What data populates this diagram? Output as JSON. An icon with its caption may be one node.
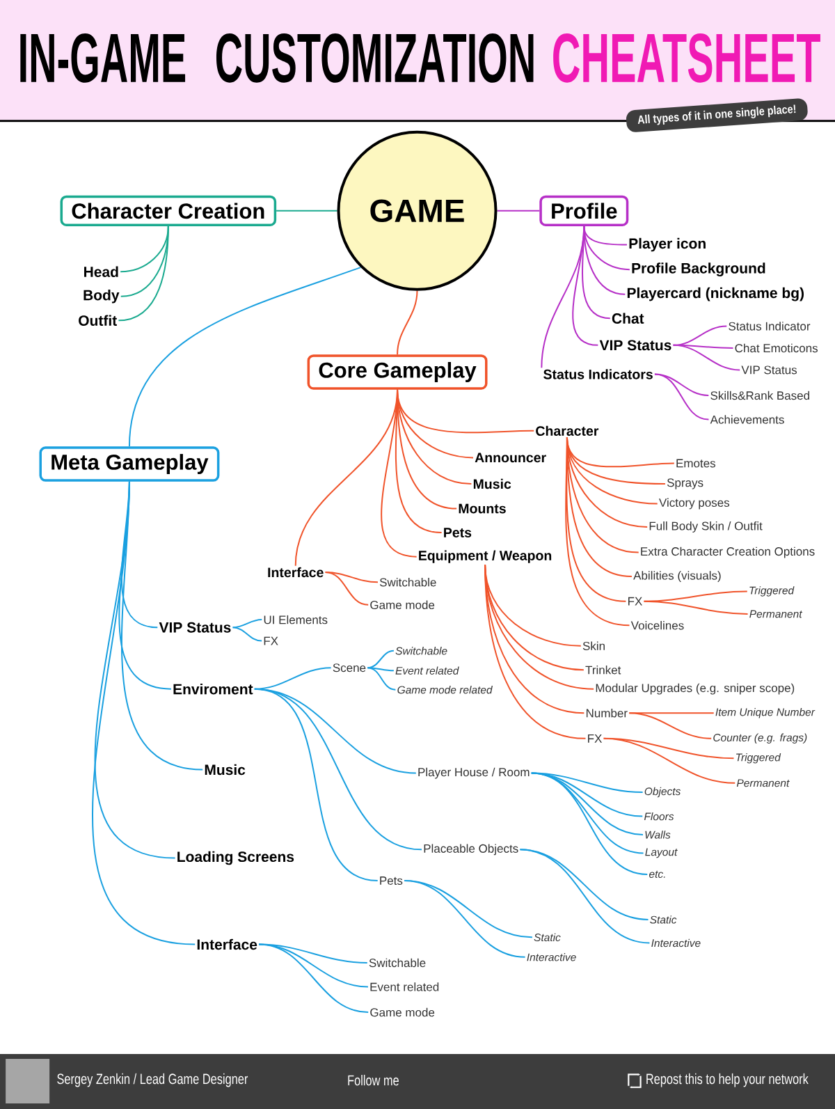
{
  "diagram": {
    "title": "IN-GAME CUSTOMIZATION",
    "nodes": [
      {
        "text": [
          "GAME"
        ]
      },
      {
        "text": [
          "Character Creation"
        ]
      },
      {
        "text": [
          "Profile"
        ]
      },
      {
        "text": [
          "Head"
        ]
      },
      {
        "text": [
          "Body"
        ]
      },
      {
        "text": [
          "Outfit"
        ]
      },
      {
        "text": [
          "Player icon"
        ]
      },
      {
        "text": [
          "Profile Background"
        ]
      },
      {
        "text": [
          "Playercard (nickname bg)"
        ]
      },
      {
        "text": [
          "Chat"
        ]
      },
      {
        "text": [
          "VIP Status"
        ]
      },
      {
        "text": [
          "Status Indicator"
        ]
      },
      {
        "text": [
          "Chat Emoticons"
        ]
      },
      {
        "text": [
          "VIP Status"
        ]
      },
      {
        "text": [
          "Status Indicators"
        ]
      },
      {
        "text": [
          "Skills&Rank Based"
        ]
      },
      {
        "text": [
          "Achievements"
        ]
      },
      {
        "text": [
          "Core Gameplay"
        ]
      },
      {
        "text": [
          "Meta Gameplay"
        ]
      },
      {
        "text": [
          "Character"
        ]
      },
      {
        "text": [
          "Announcer"
        ]
      },
      {
        "text": [
          "Music"
        ]
      },
      {
        "text": [
          "Mounts"
        ]
      },
      {
        "text": [
          "Pets"
        ]
      },
      {
        "text": [
          "Equipment / Weapon"
        ]
      },
      {
        "text": [
          "Interface"
        ]
      },
      {
        "text": [
          "Emotes"
        ]
      },
      {
        "text": [
          "Sprays"
        ]
      },
      {
        "text": [
          "Victory poses"
        ]
      },
      {
        "text": [
          "Full Body Skin / Outfit"
        ]
      },
      {
        "text": [
          "Extra Character Creation Options"
        ]
      },
      {
        "text": [
          "Abilities (visuals)"
        ]
      },
      {
        "text": [
          "FX"
        ]
      },
      {
        "text": [
          "Triggered"
        ]
      },
      {
        "text": [
          "Permanent"
        ]
      },
      {
        "text": [
          "Voicelines"
        ]
      },
      {
        "text": [
          "Switchable"
        ]
      },
      {
        "text": [
          "Game mode"
        ]
      },
      {
        "text": [
          "Skin"
        ]
      },
      {
        "text": [
          "Trinket"
        ]
      },
      {
        "text": [
          "Modular Upgrades (e.g. sniper scope)"
        ]
      },
      {
        "text": [
          "Number"
        ]
      },
      {
        "text": [
          "Item Unique Number"
        ]
      },
      {
        "text": [
          "Counter (e.g. frags)"
        ]
      },
      {
        "text": [
          "FX"
        ]
      },
      {
        "text": [
          "Triggered"
        ]
      },
      {
        "text": [
          "Permanent"
        ]
      },
      {
        "text": [
          "VIP Status"
        ]
      },
      {
        "text": [
          "UI Elements"
        ]
      },
      {
        "text": [
          "FX"
        ]
      },
      {
        "text": [
          "Enviroment"
        ]
      },
      {
        "text": [
          "Scene"
        ]
      },
      {
        "text": [
          "Switchable"
        ]
      },
      {
        "text": [
          "Event related"
        ]
      },
      {
        "text": [
          "Game mode related"
        ]
      },
      {
        "text": [
          "Music"
        ]
      },
      {
        "text": [
          "Player House / Room"
        ]
      },
      {
        "text": [
          "Objects"
        ]
      },
      {
        "text": [
          "Floors"
        ]
      },
      {
        "text": [
          "Walls"
        ]
      },
      {
        "text": [
          "Layout"
        ]
      },
      {
        "text": [
          "etc."
        ]
      },
      {
        "text": [
          "Loading Screens"
        ]
      },
      {
        "text": [
          "Placeable Objects"
        ]
      },
      {
        "text": [
          "Pets"
        ]
      },
      {
        "text": [
          "Static"
        ]
      },
      {
        "text": [
          "Interactive"
        ]
      },
      {
        "text": [
          "Static"
        ]
      },
      {
        "text": [
          "Interactive"
        ]
      },
      {
        "text": [
          "Interface"
        ]
      },
      {
        "text": [
          "Switchable"
        ]
      },
      {
        "text": [
          "Event related"
        ]
      },
      {
        "text": [
          "Game mode"
        ]
      }
    ],
    "edges": [
      {
        "from": 0,
        "to": 1,
        "arrow": "none",
        "color": "#1aaa8f"
      },
      {
        "from": 1,
        "to": 3,
        "arrow": "none",
        "color": "#1aaa8f"
      },
      {
        "from": 1,
        "to": 4,
        "arrow": "none",
        "color": "#1aaa8f"
      },
      {
        "from": 1,
        "to": 5,
        "arrow": "none",
        "color": "#1aaa8f"
      },
      {
        "from": 0,
        "to": 2,
        "arrow": "none",
        "color": "#b62fc7"
      },
      {
        "from": 2,
        "to": 6,
        "arrow": "none",
        "color": "#b62fc7"
      },
      {
        "from": 2,
        "to": 7,
        "arrow": "none",
        "color": "#b62fc7"
      },
      {
        "from": 2,
        "to": 8,
        "arrow": "none",
        "color": "#b62fc7"
      },
      {
        "from": 2,
        "to": 9,
        "arrow": "none",
        "color": "#b62fc7"
      },
      {
        "from": 2,
        "to": 10,
        "arrow": "none",
        "color": "#b62fc7"
      },
      {
        "from": 2,
        "to": 14,
        "arrow": "none",
        "color": "#b62fc7"
      },
      {
        "from": 10,
        "to": 11,
        "arrow": "none",
        "color": "#b62fc7"
      },
      {
        "from": 10,
        "to": 12,
        "arrow": "none",
        "color": "#b62fc7"
      },
      {
        "from": 10,
        "to": 13,
        "arrow": "none",
        "color": "#b62fc7"
      },
      {
        "from": 14,
        "to": 15,
        "arrow": "none",
        "color": "#b62fc7"
      },
      {
        "from": 14,
        "to": 16,
        "arrow": "none",
        "color": "#b62fc7"
      },
      {
        "from": 0,
        "to": 17,
        "arrow": "none"
      },
      {
        "from": 17,
        "to": 19,
        "arrow": "none"
      },
      {
        "from": 17,
        "to": 20,
        "arrow": "none"
      },
      {
        "from": 17,
        "to": 21,
        "arrow": "none"
      },
      {
        "from": 17,
        "to": 22,
        "arrow": "none"
      },
      {
        "from": 17,
        "to": 23,
        "arrow": "none"
      },
      {
        "from": 17,
        "to": 24,
        "arrow": "none"
      },
      {
        "from": 17,
        "to": 25,
        "arrow": "none"
      },
      {
        "from": 19,
        "to": 26,
        "arrow": "none"
      },
      {
        "from": 19,
        "to": 27,
        "arrow": "none"
      },
      {
        "from": 19,
        "to": 28,
        "arrow": "none"
      },
      {
        "from": 19,
        "to": 29,
        "arrow": "none"
      },
      {
        "from": 19,
        "to": 30,
        "arrow": "none"
      },
      {
        "from": 19,
        "to": 31,
        "arrow": "none"
      },
      {
        "from": 19,
        "to": 32,
        "arrow": "none"
      },
      {
        "from": 19,
        "to": 35,
        "arrow": "none"
      },
      {
        "from": 32,
        "to": 33,
        "arrow": "none"
      },
      {
        "from": 32,
        "to": 34,
        "arrow": "none"
      },
      {
        "from": 25,
        "to": 36,
        "arrow": "none"
      },
      {
        "from": 25,
        "to": 37,
        "arrow": "none"
      },
      {
        "from": 24,
        "to": 38,
        "arrow": "none"
      },
      {
        "from": 24,
        "to": 39,
        "arrow": "none"
      },
      {
        "from": 24,
        "to": 40,
        "arrow": "none"
      },
      {
        "from": 24,
        "to": 41,
        "arrow": "none"
      },
      {
        "from": 24,
        "to": 44,
        "arrow": "none"
      },
      {
        "from": 41,
        "to": 42,
        "arrow": "none"
      },
      {
        "from": 41,
        "to": 43,
        "arrow": "none"
      },
      {
        "from": 44,
        "to": 45,
        "arrow": "none"
      },
      {
        "from": 44,
        "to": 46,
        "arrow": "none"
      },
      {
        "from": 0,
        "to": 18,
        "arrow": "none",
        "color": "#1aa0e0"
      },
      {
        "from": 18,
        "to": 47,
        "arrow": "none",
        "color": "#1aa0e0"
      },
      {
        "from": 18,
        "to": 50,
        "arrow": "none",
        "color": "#1aa0e0"
      },
      {
        "from": 18,
        "to": 55,
        "arrow": "none",
        "color": "#1aa0e0"
      },
      {
        "from": 18,
        "to": 62,
        "arrow": "none",
        "color": "#1aa0e0"
      },
      {
        "from": 18,
        "to": 69,
        "arrow": "none",
        "color": "#1aa0e0"
      },
      {
        "from": 47,
        "to": 48,
        "arrow": "none",
        "color": "#1aa0e0"
      },
      {
        "from": 47,
        "to": 49,
        "arrow": "none",
        "color": "#1aa0e0"
      },
      {
        "from": 50,
        "to": 51,
        "arrow": "none",
        "color": "#1aa0e0"
      },
      {
        "from": 50,
        "to": 56,
        "arrow": "none",
        "color": "#1aa0e0"
      },
      {
        "from": 50,
        "to": 63,
        "arrow": "none",
        "color": "#1aa0e0"
      },
      {
        "from": 50,
        "to": 64,
        "arrow": "none",
        "color": "#1aa0e0"
      },
      {
        "from": 51,
        "to": 52,
        "arrow": "none",
        "color": "#1aa0e0"
      },
      {
        "from": 51,
        "to": 53,
        "arrow": "none",
        "color": "#1aa0e0"
      },
      {
        "from": 51,
        "to": 54,
        "arrow": "none",
        "color": "#1aa0e0"
      },
      {
        "from": 56,
        "to": 57,
        "arrow": "none",
        "color": "#1aa0e0"
      },
      {
        "from": 56,
        "to": 58,
        "arrow": "none",
        "color": "#1aa0e0"
      },
      {
        "from": 56,
        "to": 59,
        "arrow": "none",
        "color": "#1aa0e0"
      },
      {
        "from": 56,
        "to": 60,
        "arrow": "none",
        "color": "#1aa0e0"
      },
      {
        "from": 56,
        "to": 61,
        "arrow": "none",
        "color": "#1aa0e0"
      },
      {
        "from": 63,
        "to": 65,
        "arrow": "none",
        "color": "#1aa0e0"
      },
      {
        "from": 63,
        "to": 66,
        "arrow": "none",
        "color": "#1aa0e0"
      },
      {
        "from": 64,
        "to": 67,
        "arrow": "none",
        "color": "#1aa0e0"
      },
      {
        "from": 64,
        "to": 68,
        "arrow": "none",
        "color": "#1aa0e0"
      },
      {
        "from": 69,
        "to": 70,
        "arrow": "none",
        "color": "#1aa0e0"
      },
      {
        "from": 69,
        "to": 71,
        "arrow": "none",
        "color": "#1aa0e0"
      },
      {
        "from": 69,
        "to": 72,
        "arrow": "none",
        "color": "#1aa0e0"
      }
    ],
    "labels": [
      "CHEATSHEET",
      "All types of it in one single place!",
      "Sergey Zenkin / Lead Game Designer",
      "Follow me",
      "Repost this to help your network"
    ]
  }
}
